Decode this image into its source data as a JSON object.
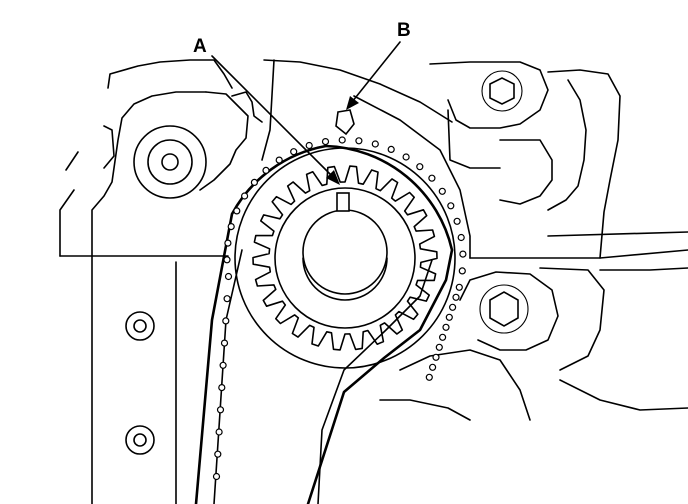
{
  "diagram": {
    "callouts": [
      {
        "id": "A",
        "text": "A",
        "target": "sprocket-alignment-mark"
      },
      {
        "id": "B",
        "text": "B",
        "target": "pointer-mark"
      }
    ],
    "sprocket_teeth": 26,
    "belt_hole_count": 44,
    "colors": {
      "ink": "#000000",
      "paper": "#ffffff"
    }
  }
}
